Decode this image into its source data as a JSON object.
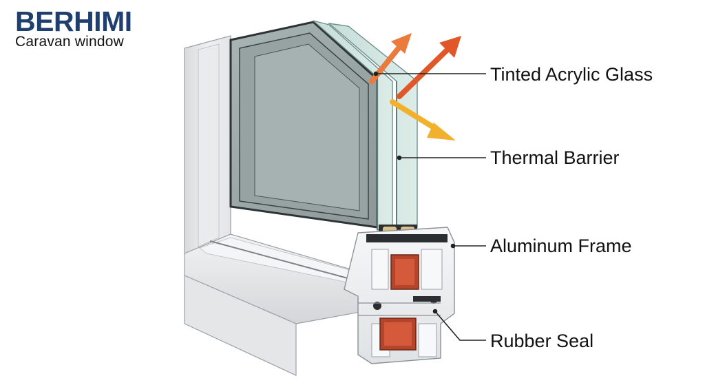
{
  "brand": {
    "name": "BERHIMI",
    "subtitle": "Caravan window"
  },
  "callouts": [
    {
      "id": "tinted-acrylic-glass",
      "label": "Tinted Acrylic Glass"
    },
    {
      "id": "thermal-barrier",
      "label": "Thermal Barrier"
    },
    {
      "id": "aluminum-frame",
      "label": "Aluminum Frame"
    },
    {
      "id": "rubber-seal",
      "label": "Rubber Seal"
    }
  ],
  "colors": {
    "brand": "#1f3f6e",
    "frame": "#e6e8ea",
    "glass": "#c9dcda",
    "arrow_outgoing": "#e85a2a",
    "arrow_reflected": "#f2b33a",
    "thermal_core": "#b4442a"
  }
}
